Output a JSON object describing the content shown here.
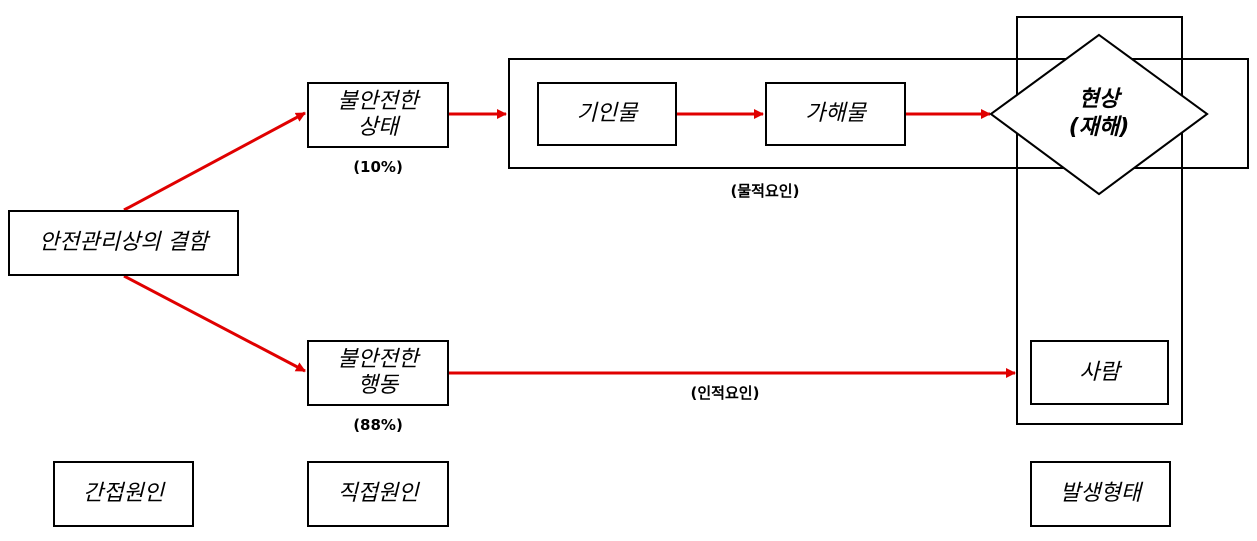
{
  "nodes": {
    "root": "안전관리상의 결함",
    "unsafe_state_line1": "불안전한",
    "unsafe_state_line2": "상태",
    "unsafe_act_line1": "불안전한",
    "unsafe_act_line2": "행동",
    "origin_object": "기인물",
    "harm_object": "가해물",
    "phenomenon_line1": "현상",
    "phenomenon_line2": "(재해)",
    "person": "사람"
  },
  "percentages": {
    "unsafe_state": "(10%)",
    "unsafe_act": "(88%)"
  },
  "factor_labels": {
    "physical": "(물적요인)",
    "human": "(인적요인)"
  },
  "bottom_labels": {
    "indirect_cause": "간접원인",
    "direct_cause": "직접원인",
    "occurrence_type": "발생형태"
  },
  "colors": {
    "arrow": "#e00000",
    "border": "#000000"
  }
}
